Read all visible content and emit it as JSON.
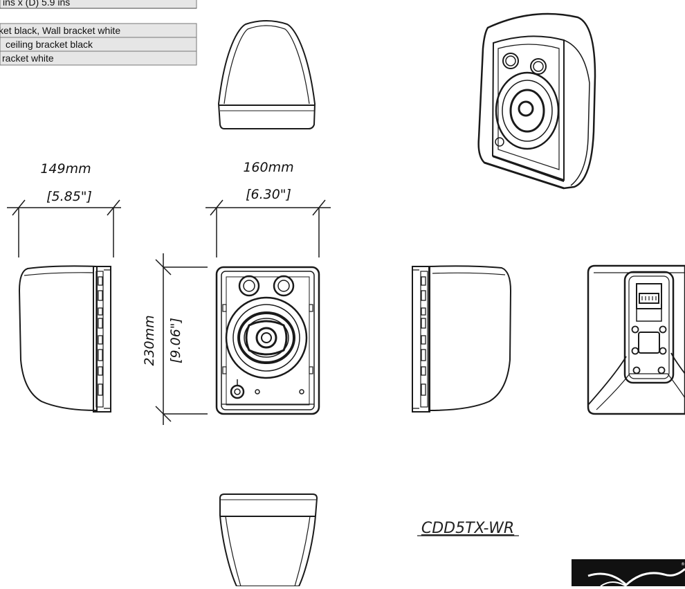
{
  "spec_table": {
    "rows": [
      "ins x (D) 5.9 ins",
      "",
      "ket black, Wall bracket white",
      "ceiling bracket black",
      "racket white"
    ]
  },
  "dimensions": {
    "depth_mm": "149mm",
    "depth_in": "[5.85\"]",
    "width_mm": "160mm",
    "width_in": "[6.30\"]",
    "height_mm": "230mm",
    "height_in": "[9.06\"]"
  },
  "model_label": "CDD5TX-WR",
  "colors": {
    "line": "#1a1a1a",
    "table_fill": "#e6e6e6",
    "logo": "#111111"
  }
}
